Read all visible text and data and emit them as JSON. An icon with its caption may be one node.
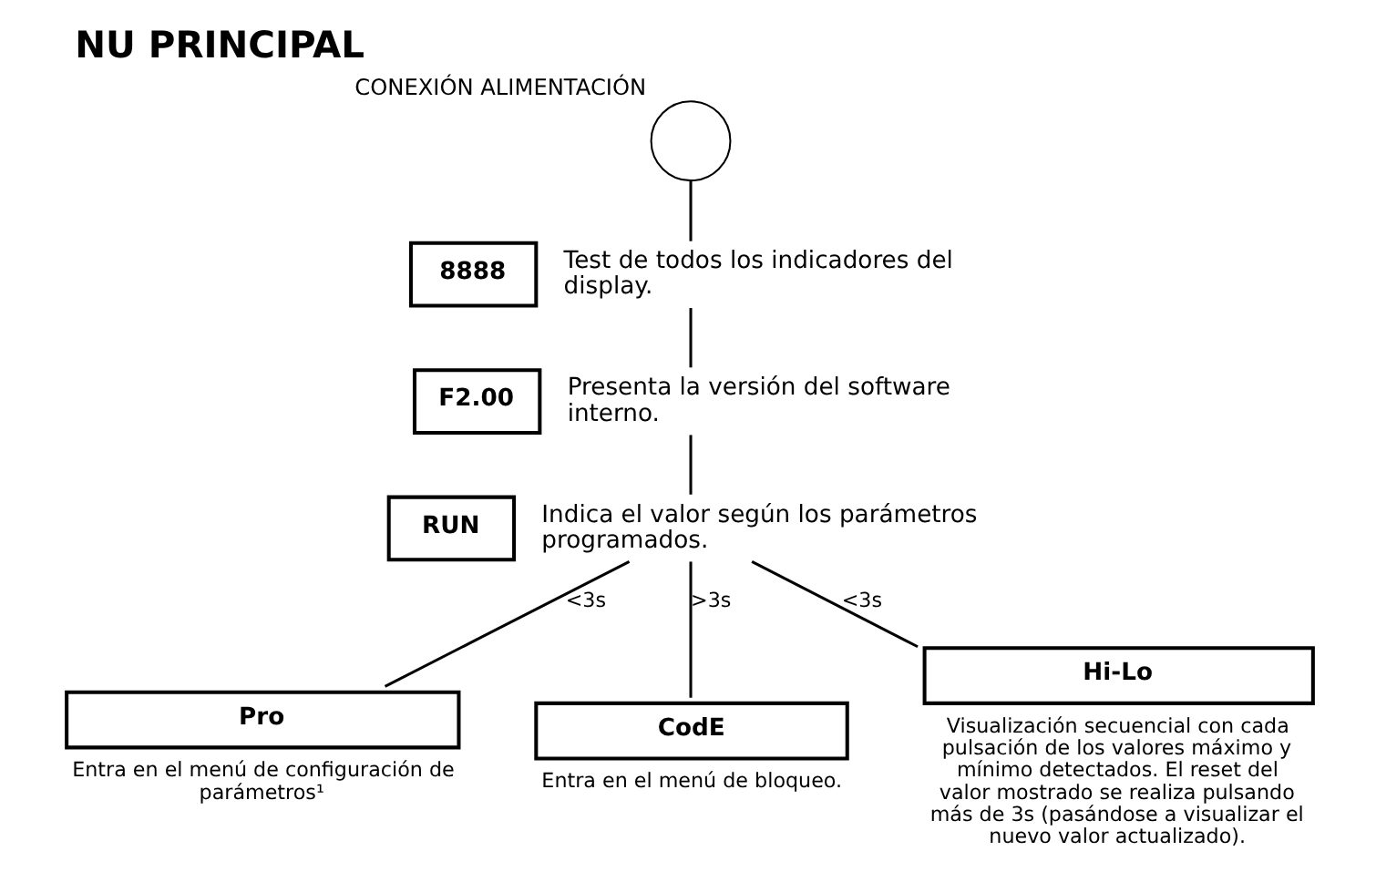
{
  "diagram": {
    "title": "NU PRINCIPAL",
    "nodes": [
      {
        "text": [],
        "shape": "circle",
        "beside": [
          "CONEXIÓN ALIMENTACIÓN"
        ]
      },
      {
        "text": [
          "8888"
        ],
        "beside": [
          "Test de todos los indicadores del display."
        ]
      },
      {
        "text": [
          "F2.00"
        ],
        "beside": [
          "Presenta la versión del software interno."
        ]
      },
      {
        "text": [
          "RUN"
        ],
        "beside": [
          "Indica el valor según los parámetros programados."
        ]
      },
      {
        "text": [
          "Pro"
        ],
        "beside": [
          "Entra en el menú de configuración de parámetros¹"
        ]
      },
      {
        "text": [
          "CodE"
        ],
        "beside": [
          "Entra en el menú de bloqueo."
        ]
      },
      {
        "text": [
          "Hi-Lo"
        ],
        "beside": [
          "Visualización secuencial con cada pulsación de los valores máximo y mínimo detectados. El reset del valor mostrado se realiza pulsando más de 3s (pasándose a visualizar el nuevo valor actualizado)."
        ]
      }
    ],
    "edges": [
      {
        "from": 0,
        "to": 1,
        "arrow": "none"
      },
      {
        "from": 1,
        "to": 2,
        "arrow": "none"
      },
      {
        "from": 2,
        "to": 3,
        "arrow": "none"
      },
      {
        "from": 3,
        "to": 4,
        "arrow": "none",
        "label": "<3s"
      },
      {
        "from": 3,
        "to": 5,
        "arrow": "none",
        "label": ">3s"
      },
      {
        "from": 3,
        "to": 6,
        "arrow": "none",
        "label": "<3s"
      }
    ]
  }
}
